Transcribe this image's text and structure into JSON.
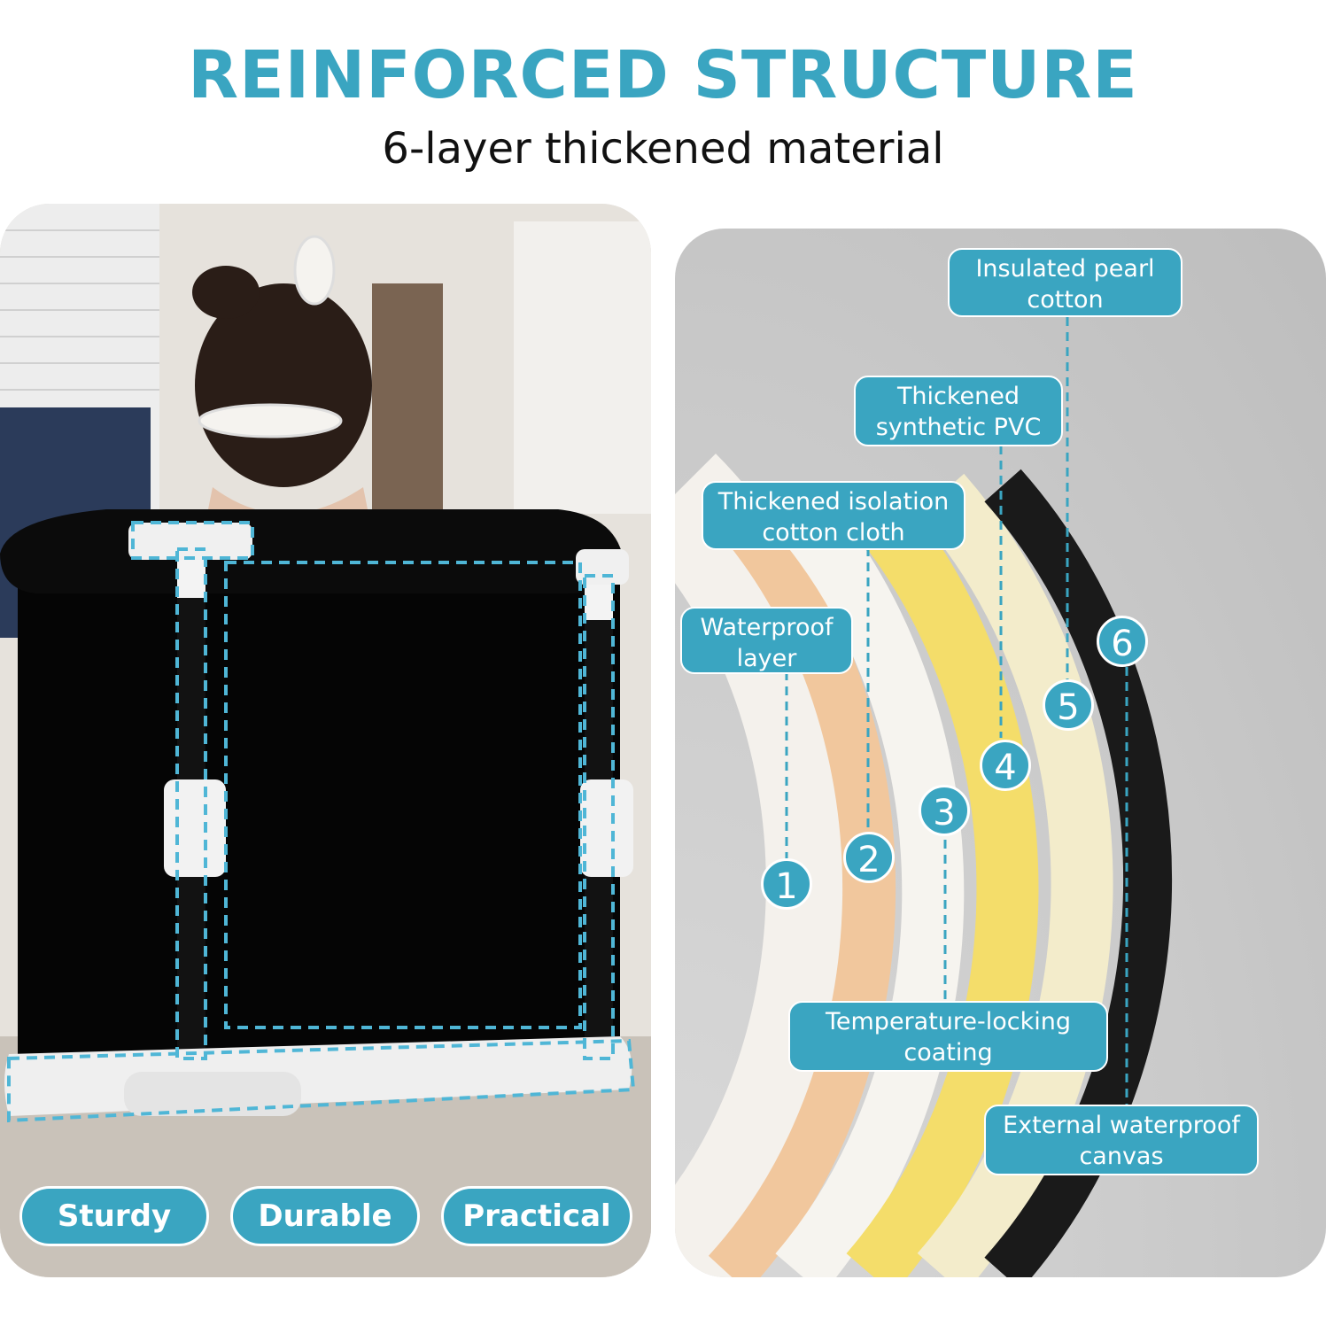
{
  "header": {
    "title": "REINFORCED STRUCTURE",
    "subtitle": "6-layer thickened material"
  },
  "left_panel": {
    "features": [
      "Sturdy",
      "Durable",
      "Practical"
    ]
  },
  "layers": [
    {
      "number": "1",
      "label": "Waterproof\nlayer"
    },
    {
      "number": "2",
      "label": "Thickened isolation\ncotton cloth"
    },
    {
      "number": "3",
      "label": "Temperature-locking\ncoating"
    },
    {
      "number": "4",
      "label": "Thickened\nsynthetic PVC"
    },
    {
      "number": "5",
      "label": "Insulated pearl\ncotton"
    },
    {
      "number": "6",
      "label": "External waterproof\ncanvas"
    }
  ],
  "colors": {
    "accent": "#3aa5c1",
    "layer_colors": [
      "#f4f1ec",
      "#f1c79d",
      "#f6f4ef",
      "#f4dd6a",
      "#f3eccb",
      "#1a1a1a"
    ]
  }
}
